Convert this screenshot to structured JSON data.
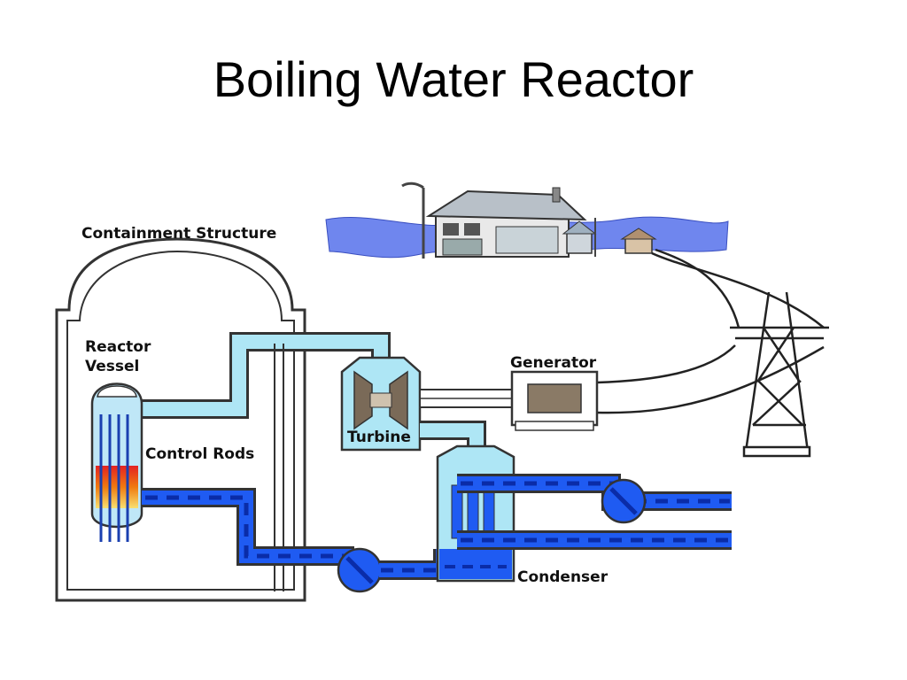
{
  "slide": {
    "title": "Boiling Water Reactor"
  },
  "diagram": {
    "labels": {
      "containment": "Containment Structure",
      "reactor_line1": "Reactor",
      "reactor_line2": "Vessel",
      "control_rods": "Control Rods",
      "turbine": "Turbine",
      "generator": "Generator",
      "condenser": "Condenser"
    },
    "colors": {
      "steam_fill": "#aee6f5",
      "water_fill": "#1f5bf2",
      "water_dash": "#0a2ca8",
      "sky": "#6f86ee",
      "core_hot": "#e32222",
      "core_warm": "#f6c400"
    }
  }
}
